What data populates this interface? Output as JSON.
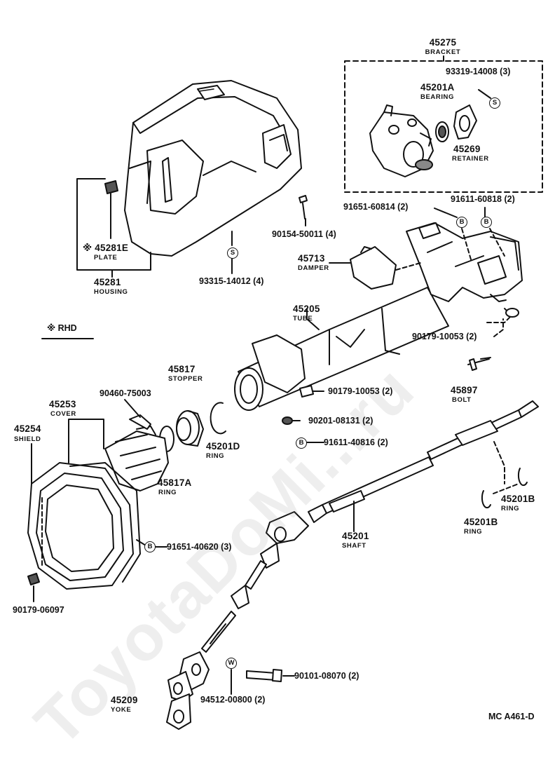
{
  "watermark": "ToyotaDoMi...ru",
  "figure_code": "MC A461-D",
  "rhd_note": "※ RHD",
  "symbols": {
    "s": "S",
    "b": "B",
    "w": "W"
  },
  "parts": {
    "p45275": {
      "number": "45275",
      "name": "BRACKET"
    },
    "p93319": {
      "code": "93319-14008 (3)"
    },
    "p45201A": {
      "number": "45201A",
      "name": "BEARING"
    },
    "p45269": {
      "number": "45269",
      "name": "RETAINER"
    },
    "p91651_60814": {
      "code": "91651-60814 (2)"
    },
    "p91611_60818": {
      "code": "91611-60818 (2)"
    },
    "p90154": {
      "code": "90154-50011 (4)"
    },
    "p45281E": {
      "number": "※ 45281E",
      "name": "PLATE"
    },
    "p45281": {
      "number": "45281",
      "name": "HOUSING"
    },
    "p93315": {
      "code": "93315-14012 (4)"
    },
    "p45713": {
      "number": "45713",
      "name": "DAMPER"
    },
    "p45205": {
      "number": "45205",
      "name": "TUBE"
    },
    "p90179_10053a": {
      "code": "90179-10053 (2)"
    },
    "p45817": {
      "number": "45817",
      "name": "STOPPER"
    },
    "p90460": {
      "code": "90460-75003"
    },
    "p45253": {
      "number": "45253",
      "name": "COVER"
    },
    "p45254": {
      "number": "45254",
      "name": "SHIELD"
    },
    "p90179_10053b": {
      "code": "90179-10053 (2)"
    },
    "p90201": {
      "code": "90201-08131 (2)"
    },
    "p45201D": {
      "number": "45201D",
      "name": "RING"
    },
    "p91611_40816": {
      "code": "91611-40816 (2)"
    },
    "p45897": {
      "number": "45897",
      "name": "BOLT"
    },
    "p45817A": {
      "number": "45817A",
      "name": "RING"
    },
    "p91651_40620": {
      "code": "91651-40620 (3)"
    },
    "p45201B_a": {
      "number": "45201B",
      "name": "RING"
    },
    "p45201B_b": {
      "number": "45201B",
      "name": "RING"
    },
    "p45201": {
      "number": "45201",
      "name": "SHAFT"
    },
    "p90179_06097": {
      "code": "90179-06097"
    },
    "p90101": {
      "code": "90101-08070 (2)"
    },
    "p94512": {
      "code": "94512-00800 (2)"
    },
    "p45209": {
      "number": "45209",
      "name": "YOKE"
    }
  }
}
